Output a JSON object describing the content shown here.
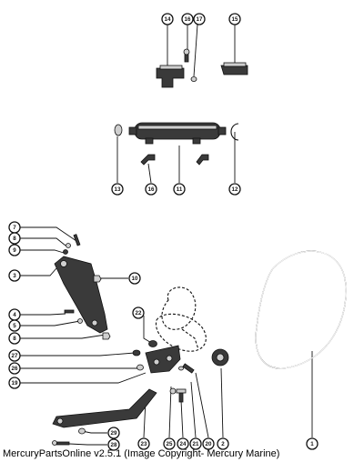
{
  "diagram": {
    "callouts": [
      {
        "id": "c14",
        "label": "14"
      },
      {
        "id": "c16a",
        "label": "16"
      },
      {
        "id": "c17",
        "label": "17"
      },
      {
        "id": "c15",
        "label": "15"
      },
      {
        "id": "c13",
        "label": "13"
      },
      {
        "id": "c16b",
        "label": "16"
      },
      {
        "id": "c11",
        "label": "11"
      },
      {
        "id": "c12",
        "label": "12"
      },
      {
        "id": "c7",
        "label": "7"
      },
      {
        "id": "c8a",
        "label": "8"
      },
      {
        "id": "c9",
        "label": "9"
      },
      {
        "id": "c3",
        "label": "3"
      },
      {
        "id": "c10",
        "label": "10"
      },
      {
        "id": "c4",
        "label": "4"
      },
      {
        "id": "c5",
        "label": "5"
      },
      {
        "id": "c8b",
        "label": "8"
      },
      {
        "id": "c22",
        "label": "22"
      },
      {
        "id": "c27",
        "label": "27"
      },
      {
        "id": "c26",
        "label": "26"
      },
      {
        "id": "c19",
        "label": "19"
      },
      {
        "id": "c29",
        "label": "29"
      },
      {
        "id": "c28",
        "label": "28"
      },
      {
        "id": "c23",
        "label": "23"
      },
      {
        "id": "c25",
        "label": "25"
      },
      {
        "id": "c24",
        "label": "24"
      },
      {
        "id": "c21",
        "label": "21"
      },
      {
        "id": "c20",
        "label": "20"
      },
      {
        "id": "c2",
        "label": "2"
      },
      {
        "id": "c1",
        "label": "1"
      }
    ]
  },
  "footer": {
    "text": "MercuryPartsOnline v2.5.1 (Image Copyright- Mercury Marine)"
  }
}
